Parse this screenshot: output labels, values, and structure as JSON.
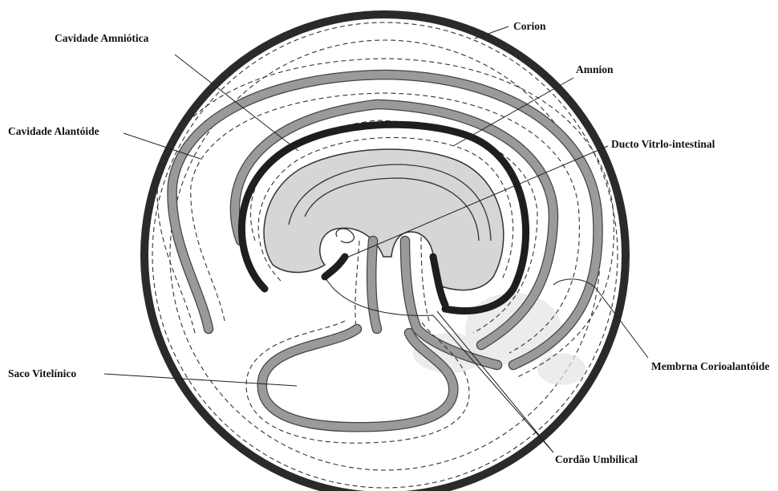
{
  "labels": {
    "corion": "Corion",
    "cavidade_amniotica": "Cavidade Amniótica",
    "amnion": "Amnion",
    "cavidade_alantoide": "Cavidade Alantóide",
    "ducto_vitelino_intestinal": "Ducto Vitrlo-intestinal",
    "saco_vitelinico": "Saco Vitelínico",
    "membrana_corioalantoide": "Membrna Corioalantóide",
    "cordao_umbilical": "Cordão Umbilical"
  },
  "colors": {
    "membrane_grey": "#9a9a9a",
    "embryo_fill": "#d6d6d6",
    "outer_wall": "#2a2a2a"
  }
}
